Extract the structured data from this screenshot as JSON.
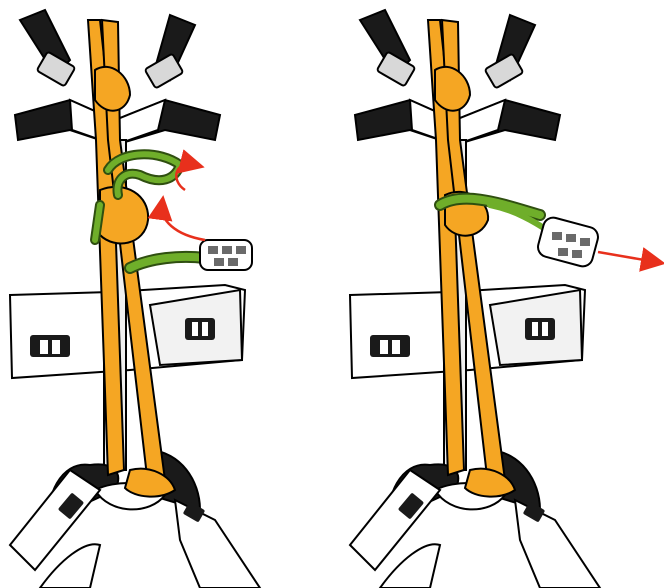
{
  "panels": [
    {
      "id": "step-1",
      "arrows": 2
    },
    {
      "id": "step-2",
      "arrows": 1
    }
  ],
  "colors": {
    "rope": "#f5a623",
    "rope_edge": "#7a4a00",
    "sling": "#6fae2a",
    "sling_edge": "#2f4f10",
    "webbing": "#ffffff",
    "webbing_dark": "#1a1a1a",
    "buckle": "#9a9a9a",
    "arrow": "#e8301c",
    "outline": "#000000"
  },
  "icons": [
    "harness-icon",
    "rope-icon",
    "sling-icon",
    "carabiner-icon",
    "buckle-icon",
    "arrow-icon"
  ]
}
